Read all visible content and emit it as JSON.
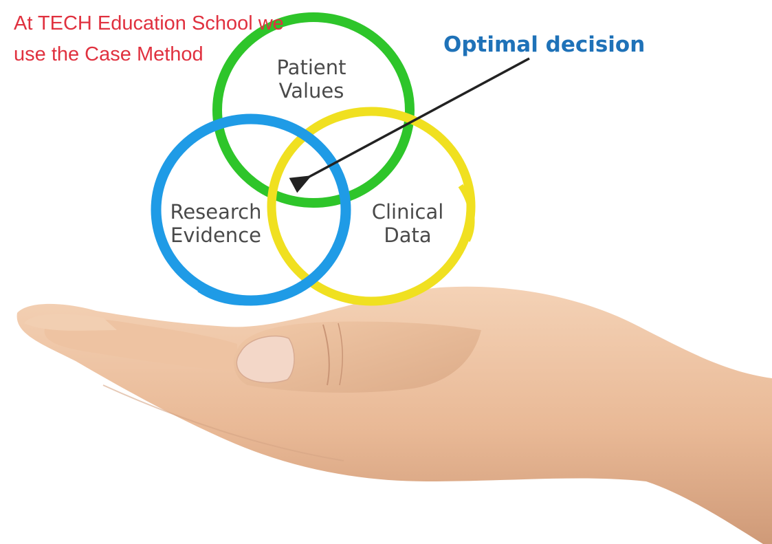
{
  "caption": {
    "line1": "At TECH Education School we",
    "line2": "use the Case Method"
  },
  "diagram": {
    "circles": [
      {
        "label_line1": "Patient",
        "label_line2": "Values",
        "color": "#2ec52a"
      },
      {
        "label_line1": "Research",
        "label_line2": "Evidence",
        "color": "#1f9be6"
      },
      {
        "label_line1": "Clinical",
        "label_line2": "Data",
        "color": "#f0e020"
      }
    ],
    "callout": {
      "text": "Optimal decision",
      "color": "#1f72b8"
    },
    "arrow_color": "#222222",
    "label_color": "#4a4a4a"
  },
  "colors": {
    "caption": "#e0313f",
    "skin": "#f0c9aa",
    "skin_shadow": "#d7a483",
    "nail": "#f3d7c8"
  }
}
